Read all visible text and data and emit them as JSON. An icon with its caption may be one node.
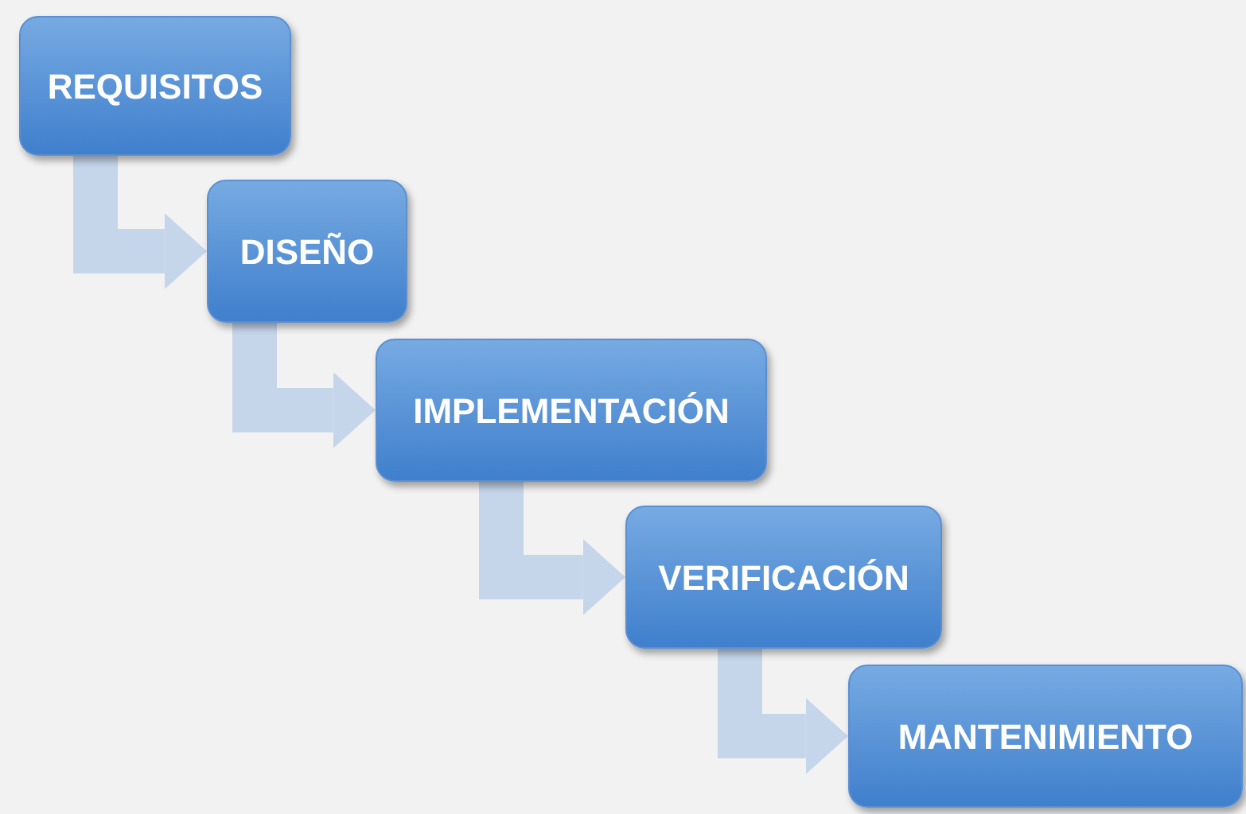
{
  "diagram": {
    "nodes": [
      {
        "text": [
          "REQUISITOS"
        ]
      },
      {
        "text": [
          "DISEÑO"
        ]
      },
      {
        "text": [
          "IMPLEMENTACIÓN"
        ]
      },
      {
        "text": [
          "VERIFICACIÓN"
        ]
      },
      {
        "text": [
          "MANTENIMIENTO"
        ]
      }
    ],
    "edges": [
      {
        "from": 0,
        "to": 1,
        "arrow": "to"
      },
      {
        "from": 1,
        "to": 2,
        "arrow": "to"
      },
      {
        "from": 2,
        "to": 3,
        "arrow": "to"
      },
      {
        "from": 3,
        "to": 4,
        "arrow": "to"
      }
    ]
  }
}
